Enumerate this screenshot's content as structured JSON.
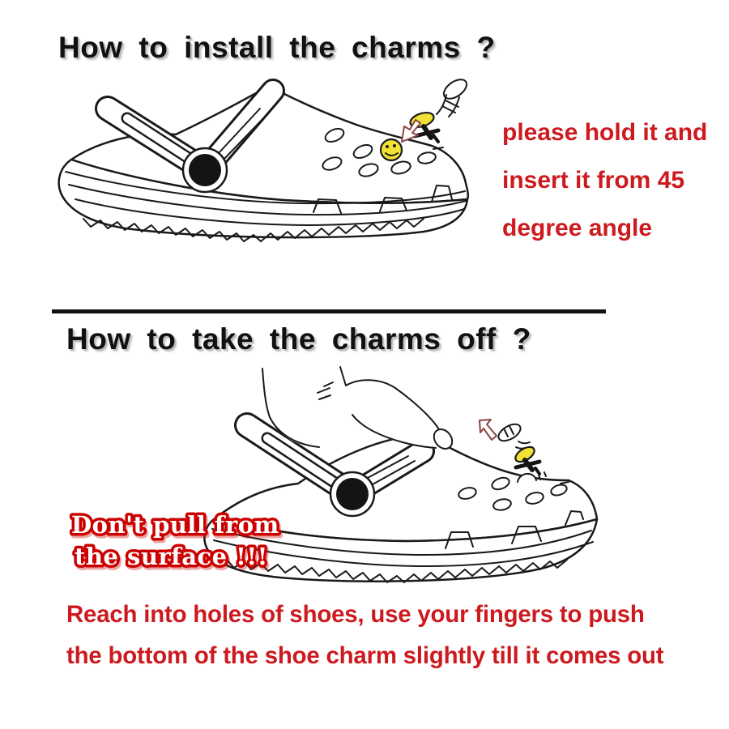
{
  "canvas": {
    "background": "#ffffff"
  },
  "colors": {
    "title_ink": "#111111",
    "title_shadow": "#bdbdbd",
    "text_red": "#cc1a1f",
    "warning_outline_red": "#cc0000",
    "warning_fill": "#ffffff",
    "line_ink": "#1a1a1a",
    "charm_yellow": "#f2e235"
  },
  "install_section": {
    "title": "How to install the charms ?",
    "side_note_lines": [
      "please hold it and",
      "insert it from 45",
      "degree angle"
    ],
    "illustration_icons": [
      "clog-shoe-line-art",
      "smiley-face-charm",
      "fingers-holding-charm",
      "arrow-down-left"
    ]
  },
  "remove_section": {
    "title": "How to take the charms off ?",
    "warning_lines": [
      "Don't pull from",
      "the surface !!!"
    ],
    "instruction_lines": [
      "Reach into holes of shoes, use your fingers to push",
      "the bottom of the shoe charm slightly till it comes out"
    ],
    "illustration_icons": [
      "clog-shoe-line-art",
      "finger-pushing-into-shoe",
      "charm-popping-out",
      "arrow-up-left"
    ]
  }
}
